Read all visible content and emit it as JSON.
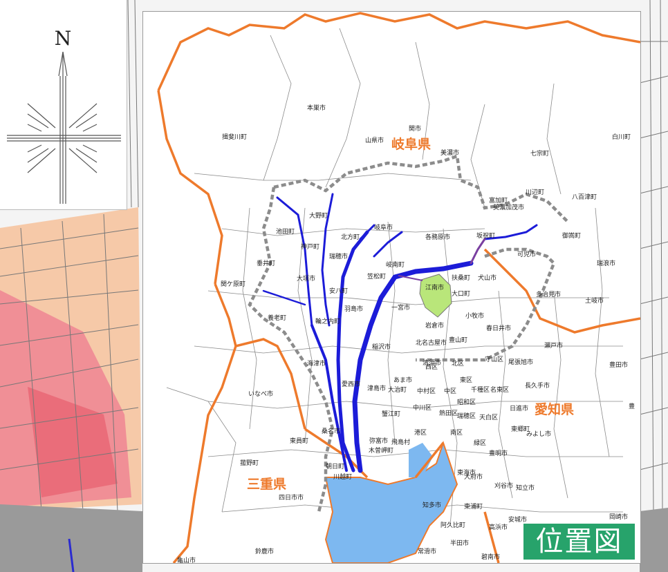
{
  "compass": {
    "north_label": "N"
  },
  "title": "位置図",
  "prefectures": [
    "岐阜県",
    "愛知県",
    "三重県"
  ],
  "places": [
    "本巣市",
    "揖斐川町",
    "山県市",
    "関市",
    "美濃市",
    "七宗町",
    "白川町",
    "川辺町",
    "八百津町",
    "富加町",
    "美濃加茂市",
    "坂祝町",
    "可児市",
    "御嵩町",
    "瑞浪市",
    "池田町",
    "大野町",
    "岐阜市",
    "北方町",
    "神戸町",
    "瑞穂市",
    "垂井町",
    "関ケ原町",
    "大垣市",
    "安八町",
    "輪之内町",
    "各務原市",
    "犬山市",
    "扶桑町",
    "大口町",
    "江南市",
    "一宮市",
    "笠松町",
    "岐南町",
    "羽島市",
    "養老町",
    "多治見市",
    "土岐市",
    "小牧市",
    "春日井市",
    "岩倉市",
    "北名古屋市",
    "豊山町",
    "稲沢市",
    "海津市",
    "清須市",
    "西区",
    "北区",
    "守山区",
    "瀬戸市",
    "尾張旭市",
    "長久手市",
    "日進市",
    "東郷町",
    "みよし市",
    "豊田市",
    "あま市",
    "愛西市",
    "津島市",
    "大治町",
    "蟹江町",
    "弥富市",
    "飛島村",
    "木曽岬町",
    "桑名市",
    "東員町",
    "いなべ市",
    "菰野町",
    "四日市市",
    "川越町",
    "朝日町",
    "鈴鹿市",
    "亀山市",
    "中村区",
    "中区",
    "東区",
    "千種区",
    "名東区",
    "昭和区",
    "瑞穂区",
    "天白区",
    "熱田区",
    "中川区",
    "港区",
    "南区",
    "緑区",
    "豊明市",
    "東海市",
    "大府市",
    "刈谷市",
    "知立市",
    "知多市",
    "東浦町",
    "安城市",
    "阿久比町",
    "半田市",
    "常滑市",
    "碧南市",
    "高浜市",
    "岡崎市",
    "豊"
  ],
  "colors": {
    "prefecture_border": "#ee7a2c",
    "river": "#1c1cd8",
    "sea": "#7db8f0",
    "highlight": "#b9e67a",
    "basin": "#8c8c8c",
    "title_bg": "#27a36b"
  },
  "icons": [
    "compass-rose-icon"
  ]
}
